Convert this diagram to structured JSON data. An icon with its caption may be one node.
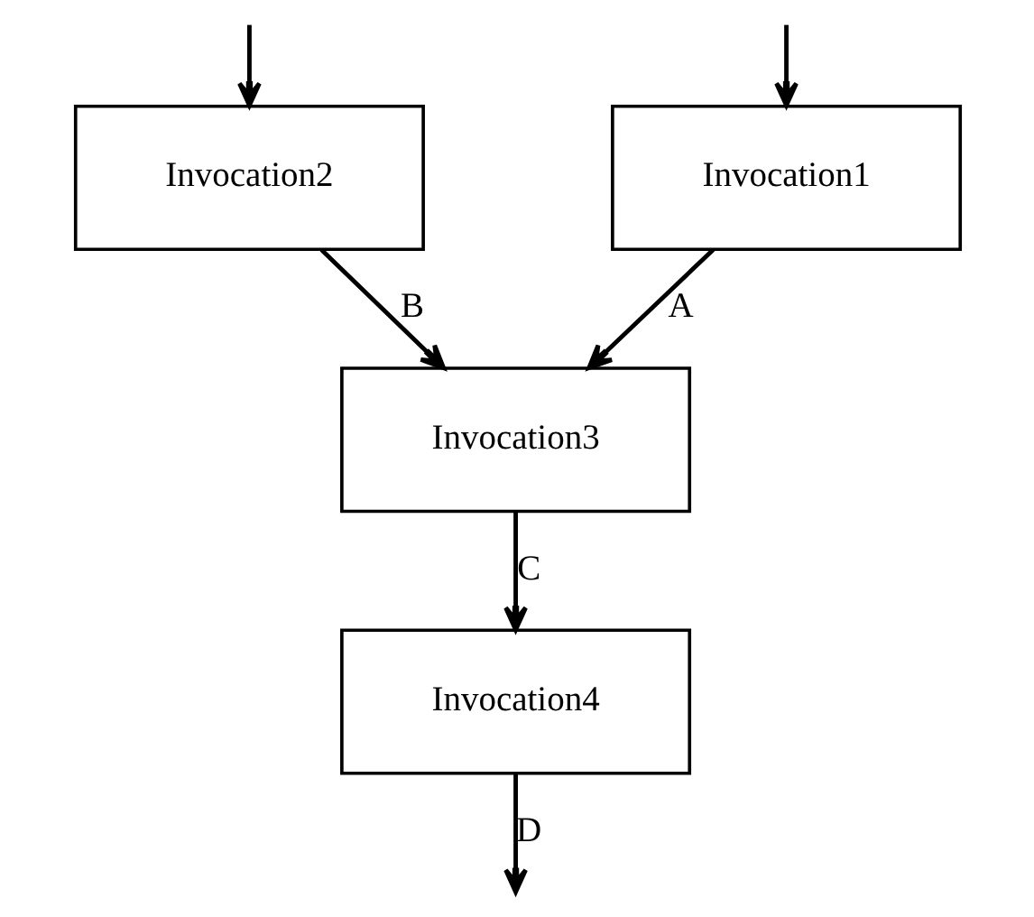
{
  "diagram": {
    "nodes": [
      {
        "text": [
          "Invocation1"
        ]
      },
      {
        "text": [
          "Invocation2"
        ]
      },
      {
        "text": [
          "Invocation3"
        ]
      },
      {
        "text": [
          "Invocation4"
        ]
      }
    ],
    "edges": [
      {
        "from": null,
        "to": 0,
        "arrow": "to"
      },
      {
        "from": null,
        "to": 1,
        "arrow": "to"
      },
      {
        "from": 0,
        "to": 2,
        "arrow": "to",
        "label": "A"
      },
      {
        "from": 1,
        "to": 2,
        "arrow": "to",
        "label": "B"
      },
      {
        "from": 2,
        "to": 3,
        "arrow": "to",
        "label": "C"
      },
      {
        "from": 3,
        "to": null,
        "arrow": "to",
        "label": "D"
      }
    ]
  }
}
